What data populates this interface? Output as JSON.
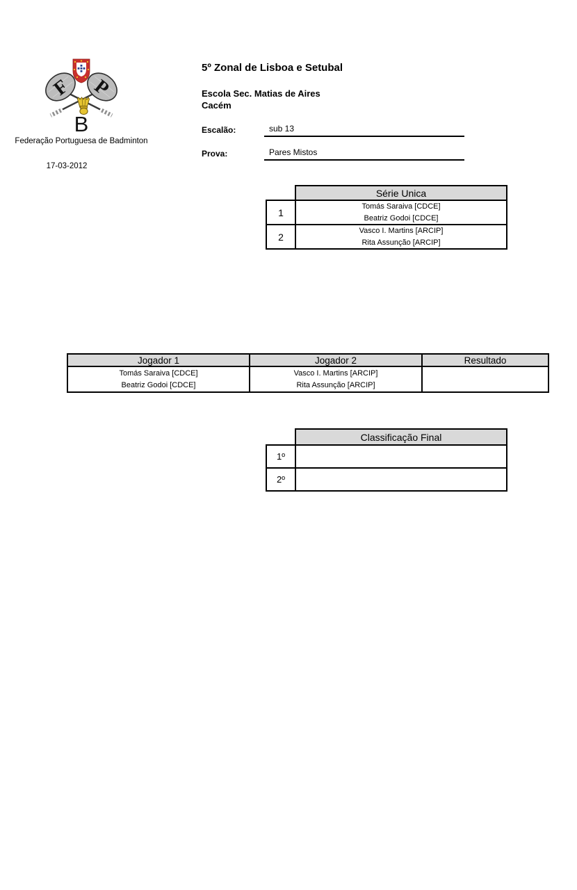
{
  "header": {
    "federation": "Federação Portuguesa de Badminton",
    "date": "17-03-2012",
    "title": "5º Zonal de Lisboa e Setubal",
    "venue_line1": "Escola Sec. Matias de Aires",
    "venue_line2": "Cacém",
    "escalao_label": "Escalão:",
    "escalao_value": "sub 13",
    "prova_label": "Prova:",
    "prova_value": "Pares Mistos"
  },
  "logo": {
    "icon": "fpb-badminton-logo",
    "letters": {
      "left_racket": "F",
      "right_racket": "P",
      "bottom": "B"
    }
  },
  "serie_table": {
    "header": "Série Unica",
    "rows": [
      {
        "num": "1",
        "line1": "Tomás Saraiva [CDCE]",
        "line2": "Beatriz Godoi [CDCE]"
      },
      {
        "num": "2",
        "line1": "Vasco I. Martins [ARCIP]",
        "line2": "Rita Assunção [ARCIP]"
      }
    ]
  },
  "match_table": {
    "headers": [
      "Jogador 1",
      "Jogador 2",
      "Resultado"
    ],
    "rows": [
      {
        "j1_line1": "Tomás Saraiva [CDCE]",
        "j1_line2": "Beatriz Godoi [CDCE]",
        "j2_line1": "Vasco I. Martins [ARCIP]",
        "j2_line2": "Rita Assunção [ARCIP]",
        "resultado": ""
      }
    ]
  },
  "classification_table": {
    "header": "Classificação Final",
    "rows": [
      {
        "num": "1º",
        "value": ""
      },
      {
        "num": "2º",
        "value": ""
      }
    ]
  },
  "colors": {
    "table_header_bg": "#d9d9d9",
    "table_border": "#000000",
    "shield_red": "#c9302c",
    "racket_gray": "#bcbcbc",
    "shuttle_gold": "#e6c431"
  }
}
